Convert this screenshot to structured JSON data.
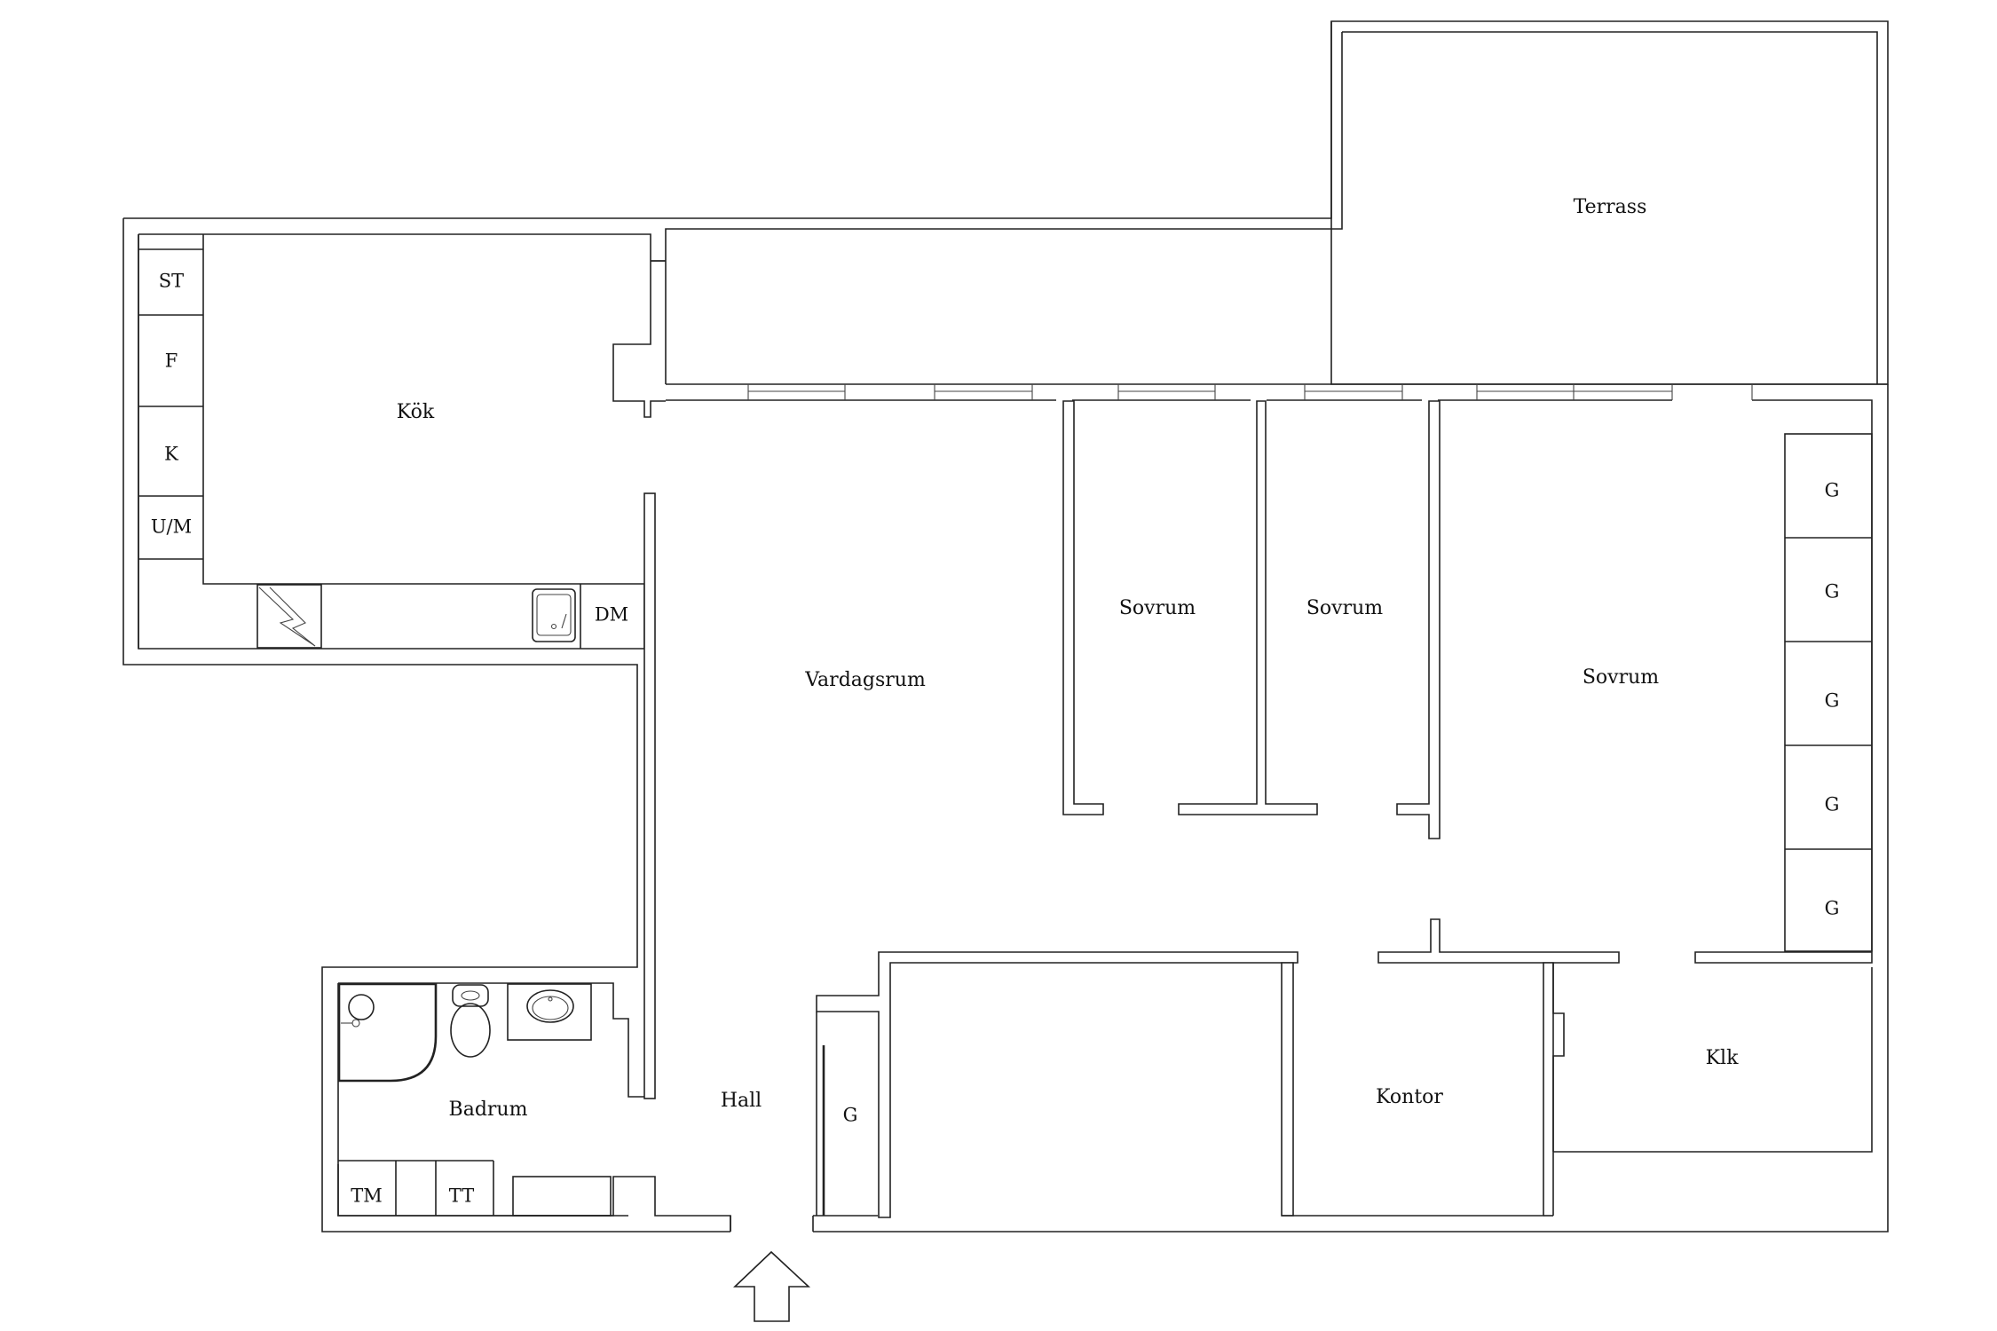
{
  "rooms": {
    "terrace": "Terrass",
    "kitchen": "Kök",
    "living_room": "Vardagsrum",
    "bedroom_1": "Sovrum",
    "bedroom_2": "Sovrum",
    "bedroom_3": "Sovrum",
    "bathroom": "Badrum",
    "hall": "Hall",
    "office": "Kontor",
    "walk_in_closet": "Klk"
  },
  "fixtures": {
    "stove": "ST",
    "fridge": "F",
    "freezer": "K",
    "oven_microwave": "U/M",
    "dishwasher": "DM",
    "washing_machine": "TM",
    "tumble_dryer": "TT",
    "hall_wardrobe": "G",
    "wardrobes": [
      "G",
      "G",
      "G",
      "G",
      "G"
    ]
  },
  "icons": {
    "entrance": "entrance-arrow-icon",
    "sink": "sink-icon",
    "stovetop": "stovetop-icon",
    "toilet": "toilet-icon",
    "washbasin": "washbasin-icon",
    "shower": "shower-icon"
  }
}
